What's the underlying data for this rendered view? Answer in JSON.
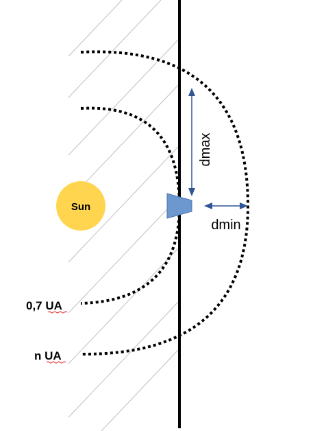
{
  "sun": {
    "label": "Sun",
    "fill": "#FFD54F"
  },
  "curves": {
    "inner": {
      "label": "0,7 UA"
    },
    "outer": {
      "label": "n UA"
    }
  },
  "dimensions": {
    "dmax": "dmax",
    "dmin": "dmin"
  },
  "colors": {
    "arrow": "#2F5597",
    "spacecraft": "#6C97CF",
    "spacecraft_stroke": "#4A74AE",
    "hatch": "#BFBFBF",
    "wall": "#000000",
    "spellcheck": "#E02020"
  },
  "icons": {
    "spacecraft": "spacecraft-icon",
    "sun": "sun-icon"
  }
}
